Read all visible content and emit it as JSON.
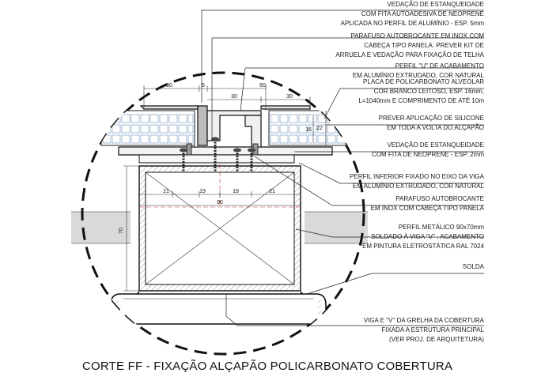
{
  "title": "CORTE FF - FIXAÇÃO ALÇAPÃO POLICARBONATO COBERTURA",
  "notes": [
    {
      "lines": [
        "VEDAÇÃO DE ESTANQUEIDADE",
        "COM FITA AUTOADESIVA DE NEOPRENE",
        "APLICADA NO PERFIL DE ALUMÍNIO - ESP. 5mm"
      ]
    },
    {
      "lines": [
        "PARAFUSO AUTOBROCANTE  EM INOX COM",
        "CABEÇA TIPO PANELA. PREVER KIT DE",
        "ARRUELA E VEDAÇÃO PARA FIXAÇÃO DE TELHA"
      ]
    },
    {
      "lines": [
        "PERFIL \"U\" DE ACABAMENTO",
        "EM ALUMÍNIO EXTRUDADO, COR NATURAL"
      ]
    },
    {
      "lines": [
        "PLACA DE POLICARBONATO ALVEOLAR",
        "COR BRANCO LEITOSO, ESP. 16mm,",
        "L=1040mm E COMPRIMENTO DE ATÉ 10m"
      ]
    },
    {
      "lines": [
        "PREVER APLICAÇÃO DE SILICONE",
        "EM TODA A VOLTA DO  ALÇAPÃO"
      ]
    },
    {
      "lines": [
        "VEDAÇÃO DE ESTANQUEIDADE",
        "COM FITA DE NEOPRENE - ESP. 2mm"
      ]
    },
    {
      "lines": [
        "PERFIL INFERIOR FIXADO NO EIXO DA VIGA",
        "EM ALUMÍNIO EXTRUDADO, COR NATURAL"
      ]
    },
    {
      "lines": [
        "PARAFUSO AUTOBROCANTE",
        "EM INOX COM CABEÇA TIPO PANELA"
      ]
    },
    {
      "lines": [
        "PERFIL METÁLICO 90x70mm",
        "SOLDADO À VIGA \"V\" , ACABAMENTO",
        "EM PINTURA ELETROSTÁTICA RAL 7024"
      ]
    },
    {
      "lines": [
        "SOLDA"
      ]
    },
    {
      "lines": [
        "VIGA E \"V\" DA GRELHA DA COBERTURA",
        "FIXADA A ESTRUTURA PRINCIPAL",
        "(VER PROJ. DE ARQUITETURA)"
      ]
    }
  ],
  "dimensions": {
    "top_left": "30",
    "top_gap": "5",
    "top_right": "60",
    "mid_left": "30",
    "mid_right": "30",
    "plate_a": "16",
    "plate_b": "22",
    "inner_1": "21",
    "inner_2": "19",
    "inner_3": "19",
    "inner_4": "21",
    "width_total": "90",
    "height_total": "70"
  }
}
